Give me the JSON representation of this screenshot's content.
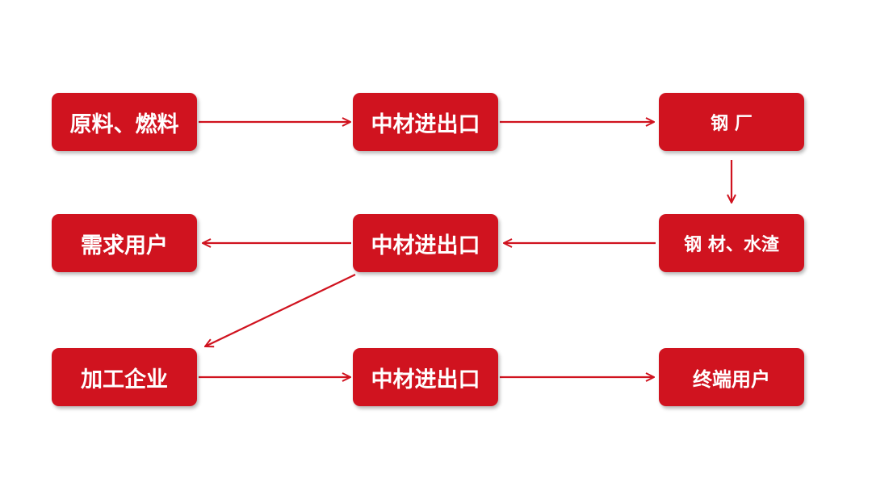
{
  "diagram": {
    "nodes": {
      "raw_materials": "原料、燃料",
      "cnbm_import_export_1": "中材进出口",
      "steel_plant": "钢 厂",
      "demand_users": "需求用户",
      "cnbm_import_export_2": "中材进出口",
      "steel_slag": "钢 材、水渣",
      "processing_companies": "加工企业",
      "cnbm_import_export_3": "中材进出口",
      "end_users": "终端用户"
    },
    "edges": [
      {
        "from": "raw_materials",
        "to": "cnbm_import_export_1"
      },
      {
        "from": "cnbm_import_export_1",
        "to": "steel_plant"
      },
      {
        "from": "steel_plant",
        "to": "steel_slag"
      },
      {
        "from": "steel_slag",
        "to": "cnbm_import_export_2"
      },
      {
        "from": "cnbm_import_export_2",
        "to": "demand_users"
      },
      {
        "from": "cnbm_import_export_2",
        "to": "processing_companies"
      },
      {
        "from": "processing_companies",
        "to": "cnbm_import_export_3"
      },
      {
        "from": "cnbm_import_export_3",
        "to": "end_users"
      }
    ],
    "colors": {
      "node_fill": "#d0131f",
      "node_text": "#ffffff",
      "arrow": "#d0131f"
    }
  }
}
